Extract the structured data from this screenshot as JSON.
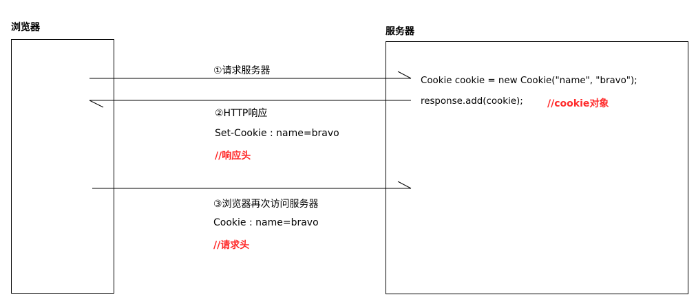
{
  "browser": {
    "label": "浏览器"
  },
  "server": {
    "label": "服务器",
    "code_line1": "Cookie cookie = new Cookie(\"name\", \"bravo\");",
    "code_line2": "response.add(cookie);",
    "code_comment": "//cookie对象"
  },
  "steps": [
    {
      "title": "①请求服务器"
    },
    {
      "title": "②HTTP响应",
      "detail": "Set-Cookie : name=bravo",
      "comment": "//响应头"
    },
    {
      "title": "③浏览器再次访问服务器",
      "detail": "Cookie : name=bravo",
      "comment": "//请求头"
    }
  ],
  "colors": {
    "comment": "#ff2a2a",
    "line": "#000000"
  }
}
